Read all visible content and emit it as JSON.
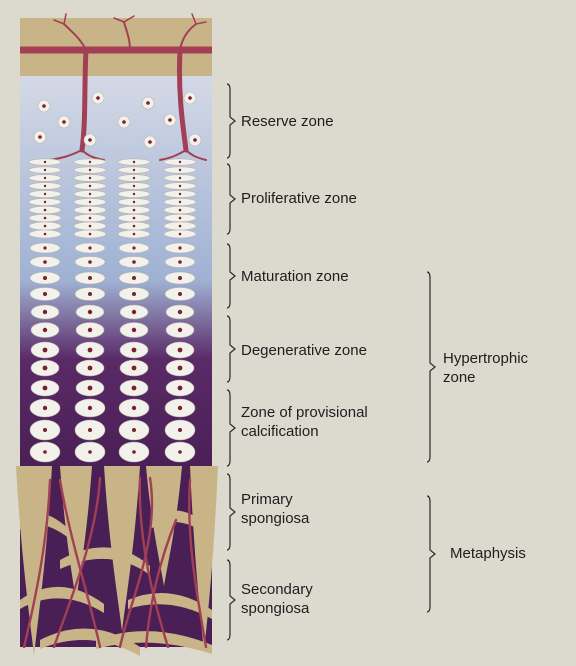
{
  "zones": [
    {
      "id": "reserve",
      "label": "Reserve zone"
    },
    {
      "id": "proliferative",
      "label": "Proliferative zone"
    },
    {
      "id": "maturation",
      "label": "Maturation zone"
    },
    {
      "id": "degenerative",
      "label": "Degenerative zone"
    },
    {
      "id": "provisional",
      "label": "Zone of provisional\ncalcification"
    },
    {
      "id": "primary",
      "label": "Primary\nspongiosa"
    },
    {
      "id": "secondary",
      "label": "Secondary\nspongiosa"
    }
  ],
  "groups": [
    {
      "id": "hypertrophic",
      "label": "Hypertrophic\nzone"
    },
    {
      "id": "metaphysis",
      "label": "Metaphysis"
    }
  ],
  "colors": {
    "background": "#dcd9ce",
    "bone": "#c9b487",
    "vessel": "#a23f55",
    "cell": "#f3f1ec",
    "nucleus": "#7a1f2e",
    "cartilage_top": "#d4d9e6",
    "cartilage_mid": "#9fb1d3",
    "calcified": "#5a2a67",
    "marrow": "#4a1f55",
    "bracket": "#2a2a2a"
  }
}
